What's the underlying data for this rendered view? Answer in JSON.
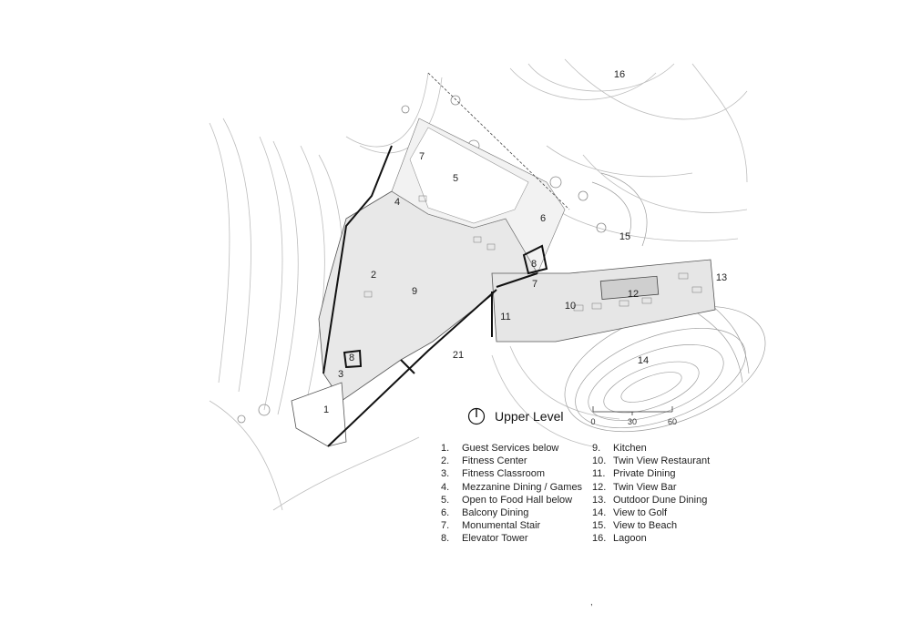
{
  "title": "Upper Level",
  "scale": {
    "ticks": [
      "0",
      "30",
      "60"
    ]
  },
  "map_labels": [
    "1",
    "2",
    "3",
    "4",
    "5",
    "6",
    "7",
    "7",
    "8",
    "8",
    "9",
    "10",
    "11",
    "12",
    "13",
    "14",
    "15",
    "16",
    "21"
  ],
  "legend_left": [
    {
      "num": "1.",
      "text": "Guest Services below"
    },
    {
      "num": "2.",
      "text": "Fitness Center"
    },
    {
      "num": "3.",
      "text": "Fitness Classroom"
    },
    {
      "num": "4.",
      "text": "Mezzanine Dining / Games"
    },
    {
      "num": "5.",
      "text": "Open to Food Hall below"
    },
    {
      "num": "6.",
      "text": "Balcony Dining"
    },
    {
      "num": "7.",
      "text": "Monumental Stair"
    },
    {
      "num": "8.",
      "text": "Elevator Tower"
    }
  ],
  "legend_right": [
    {
      "num": "9.",
      "text": "Kitchen"
    },
    {
      "num": "10.",
      "text": "Twin View Restaurant"
    },
    {
      "num": "11.",
      "text": "Private Dining"
    },
    {
      "num": "12.",
      "text": "Twin View Bar"
    },
    {
      "num": "13.",
      "text": "Outdoor Dune Dining"
    },
    {
      "num": "14.",
      "text": "View to Golf"
    },
    {
      "num": "15.",
      "text": "View to Beach"
    },
    {
      "num": "16.",
      "text": "Lagoon"
    }
  ],
  "stray_mark": ","
}
